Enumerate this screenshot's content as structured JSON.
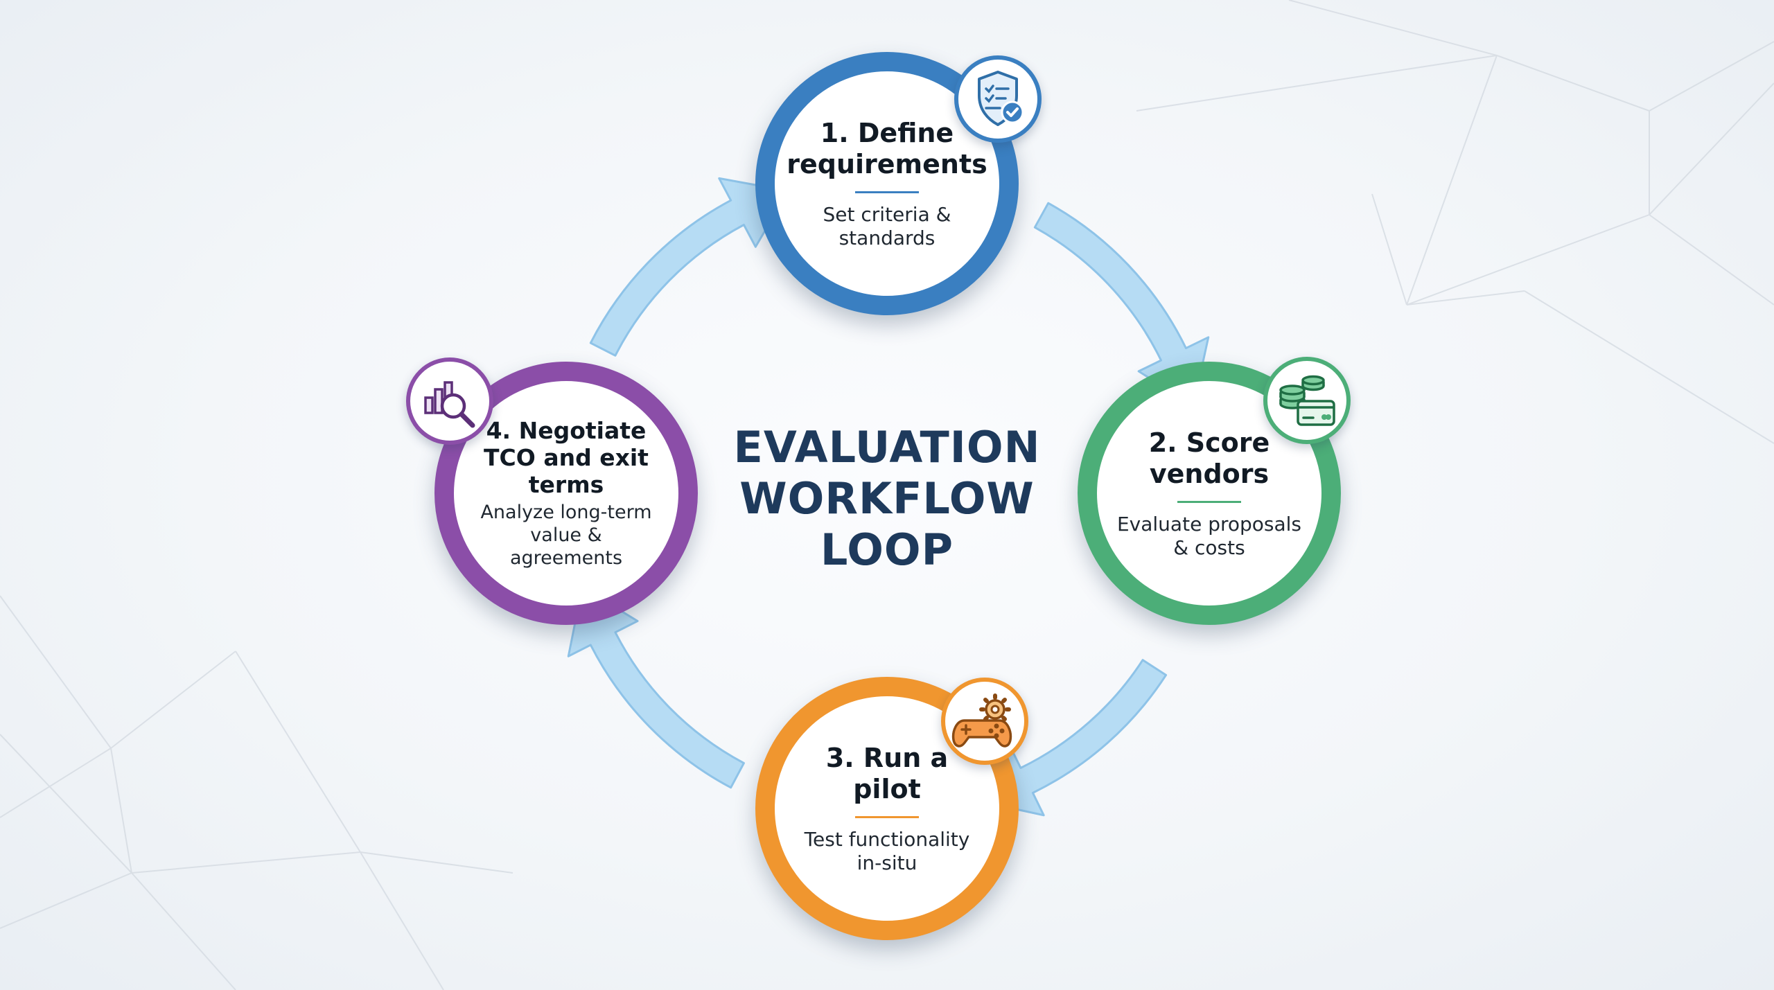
{
  "center": {
    "lines": [
      "EVALUATION",
      "WORKFLOW",
      "LOOP"
    ]
  },
  "steps": [
    {
      "title": "1. Define\nrequirements",
      "desc": "Set criteria &\nstandards",
      "icon": "shield-checklist-icon",
      "color": "#3a7fc1"
    },
    {
      "title": "2. Score\nvendors",
      "desc": "Evaluate proposals\n& costs",
      "icon": "coins-card-icon",
      "color": "#4cae78"
    },
    {
      "title": "3. Run a\npilot",
      "desc": "Test functionality\nin-situ",
      "icon": "gamepad-gear-icon",
      "color": "#f0962f"
    },
    {
      "title": "4. Negotiate\nTCO and exit\nterms",
      "desc": "Analyze long-term\nvalue &\nagreements",
      "icon": "chart-magnifier-icon",
      "color": "#8b4ea8"
    }
  ],
  "arrow_color": "#b6dcf4",
  "arrow_outline": "#8ec3e8"
}
